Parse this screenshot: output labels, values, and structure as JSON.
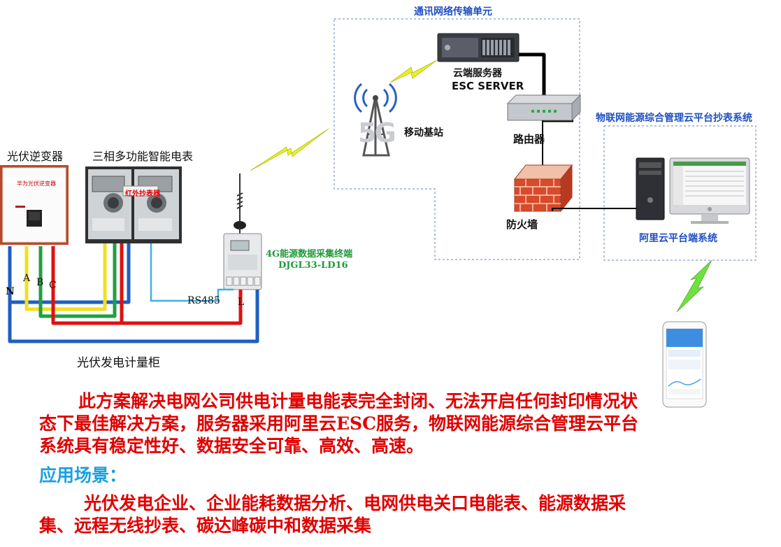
{
  "labels": {
    "network_unit": "通讯网络传输单元",
    "cloud_server_cn": "云端服务器",
    "cloud_server_en": "ESC SERVER",
    "base_station": "移动基站",
    "router": "路由器",
    "firewall": "防火墙",
    "iot_platform": "物联网能源综合管理云平台抄表系统",
    "aliyun_terminal": "阿里云平台端系统",
    "pv_inverter": "光伏逆变器",
    "smart_meter": "三相多功能智能电表",
    "ir_reader": "红外抄表器",
    "inverter_brand": "华为光伏逆变器",
    "collector_name": "4G能源数据采集终端",
    "collector_model": "DJGL33-LD16",
    "rs485": "RS485",
    "L": "L",
    "N": "N",
    "A": "A",
    "B": "B",
    "C": "C",
    "cabinet": "光伏发电计量柜",
    "five_g": "5G"
  },
  "description": {
    "paragraph": "此方案解决电网公司供电计量电能表完全封闭、无法开启任何封印情况状态下最佳解决方案，服务器采用阿里云ESC服务，物联网能源综合管理云平台系统具有稳定性好、数据安全可靠、高效、高速。",
    "scenario_title": "应用场景：",
    "scenario_text": "光伏发电企业、企业能耗数据分析、电网供电关口电能表、能源数据采集、远程无线抄表、碳达峰碳中和数据采集"
  },
  "colors": {
    "wire_blue": "#1f5fc0",
    "wire_yellow": "#f0e020",
    "wire_green": "#20a040",
    "wire_red": "#e01010",
    "wire_cyan": "#40b0e0",
    "text_red": "#e00000",
    "text_blue": "#1aa0e0",
    "lightning": "#e8f020"
  }
}
